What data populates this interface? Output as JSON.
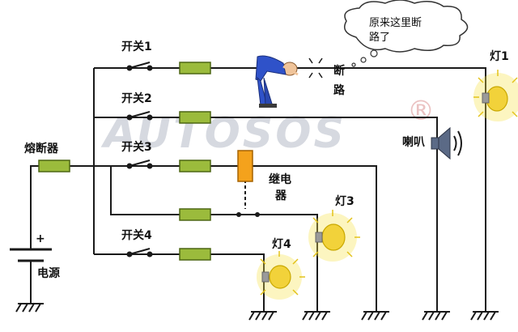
{
  "labels": {
    "switch1": "开关1",
    "switch2": "开关2",
    "switch3": "开关3",
    "switch4": "开关4",
    "fuse": "熔断器",
    "battery_plus": "+",
    "power": "电源",
    "relay_line1": "继电",
    "relay_line2": "器",
    "lamp1": "灯1",
    "lamp3": "灯3",
    "lamp4": "灯4",
    "horn": "喇叭",
    "break_char1": "断",
    "break_char2": "路",
    "thought_line1": "原来这里断",
    "thought_line2": "路了"
  },
  "watermark": {
    "text": "AUTOSOS",
    "mark": "®"
  },
  "colors": {
    "wire": "#1a1a1a",
    "fuse_fill": "#9bbb3c",
    "relay_fill": "#f4a21c",
    "lamp_glow": "#f7e24a",
    "lamp_bulb": "#f2d23a",
    "worker_blue": "#2f52c9"
  }
}
